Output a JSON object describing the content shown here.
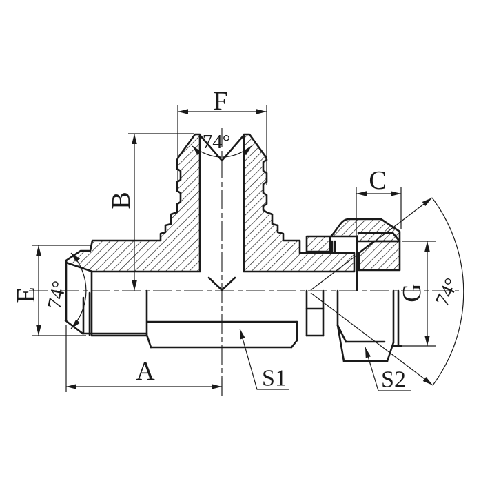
{
  "drawing": {
    "description": "Cross-section technical drawing of hydraulic tee adapter fitting with male flare ends and female swivel nut",
    "background": "#ffffff",
    "line_color": "#1a1a1a",
    "labels": {
      "dim_f": "F",
      "dim_b": "B",
      "dim_c": "C",
      "dim_e": "E",
      "dim_a": "A",
      "dim_g": "G",
      "wrench_s1": "S1",
      "wrench_s2": "S2",
      "angle_top": "74°",
      "angle_left": "74°",
      "angle_right": "74°"
    }
  }
}
